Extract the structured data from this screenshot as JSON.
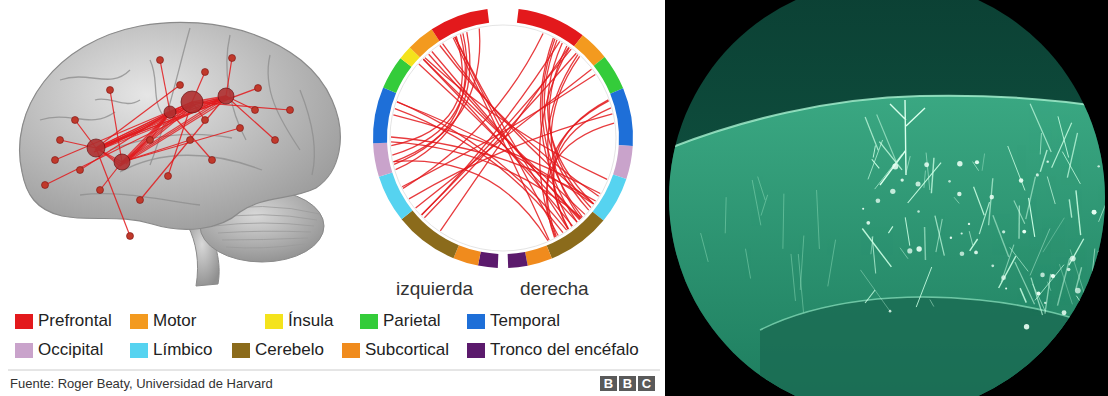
{
  "diagram": {
    "caption": "Fuente: Roger Beaty, Universidad de Harvard",
    "labels": [
      "izquierda",
      "derecha",
      "BBC"
    ],
    "legend": [
      {
        "text": "Prefrontal",
        "color": "#e3191c"
      },
      {
        "text": "Motor",
        "color": "#f39a1f"
      },
      {
        "text": "Ínsula",
        "color": "#f4e31c"
      },
      {
        "text": "Parietal",
        "color": "#34cc3a"
      },
      {
        "text": "Temporal",
        "color": "#1e6fd8"
      },
      {
        "text": "Occipital",
        "color": "#c9a3cb"
      },
      {
        "text": "Límbico",
        "color": "#56d3f0"
      },
      {
        "text": "Cerebelo",
        "color": "#8b6b1b"
      },
      {
        "text": "Subcortical",
        "color": "#f08b1d"
      },
      {
        "text": "Tronco del encéfalo",
        "color": "#5b1a6c"
      }
    ]
  }
}
